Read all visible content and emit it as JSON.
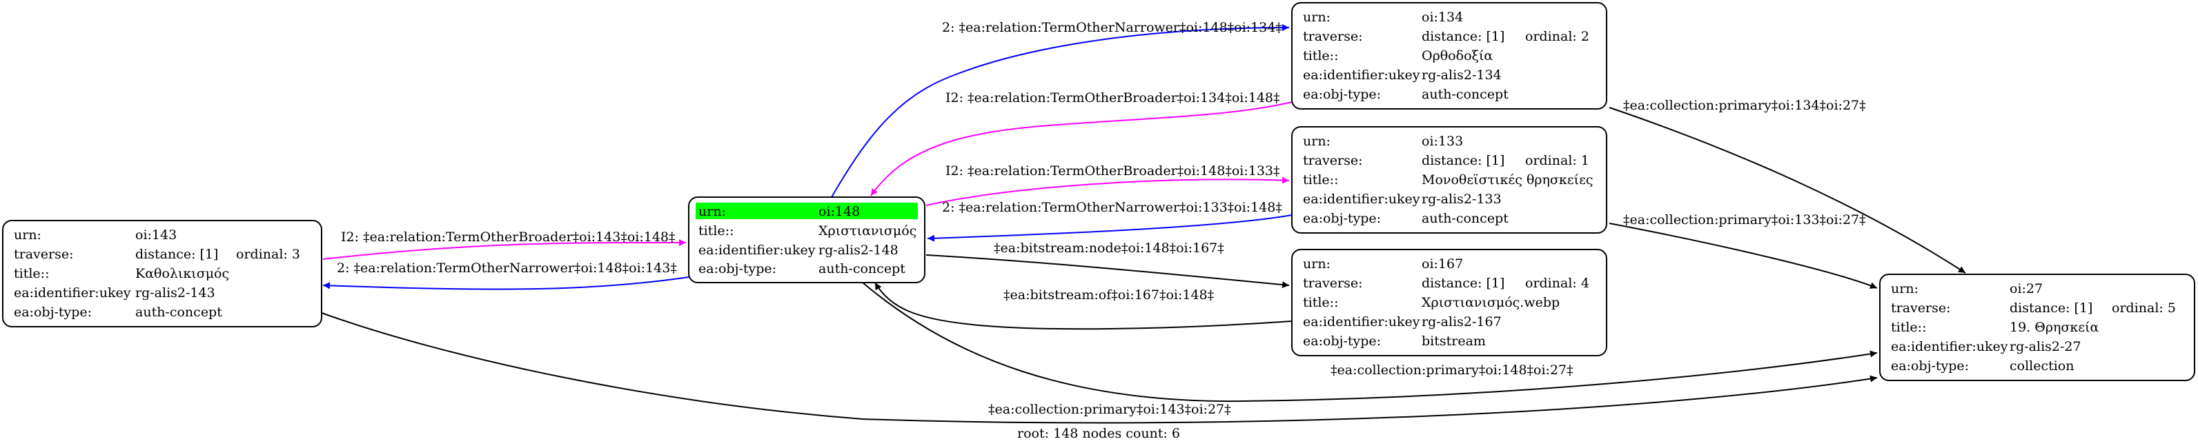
{
  "colors": {
    "background": "#ffffff",
    "node_border": "#000000",
    "root_highlight": "#00ff00",
    "edge_narrower": "#0000ff",
    "edge_broader": "#ff00ff",
    "edge_default": "#000000"
  },
  "footer": "root: 148 nodes count: 6",
  "nodes": {
    "n143": {
      "urn_label": "urn:",
      "urn_value": "oi:143",
      "traverse_label": "traverse:",
      "traverse_value": "distance: [1]",
      "ordinal": "ordinal: 3",
      "title_label": "title::",
      "title_value": "Καθολικισμός",
      "ident_label": "ea:identifier:ukey",
      "ident_value": "rg-alis2-143",
      "type_label": "ea:obj-type:",
      "type_value": "auth-concept"
    },
    "n148": {
      "urn_label": "urn:",
      "urn_value": "oi:148",
      "title_label": "title::",
      "title_value": "Χριστιανισμός",
      "ident_label": "ea:identifier:ukey",
      "ident_value": "rg-alis2-148",
      "type_label": "ea:obj-type:",
      "type_value": "auth-concept"
    },
    "n134": {
      "urn_label": "urn:",
      "urn_value": "oi:134",
      "traverse_label": "traverse:",
      "traverse_value": "distance: [1]",
      "ordinal": "ordinal: 2",
      "title_label": "title::",
      "title_value": "Ορθοδοξία",
      "ident_label": "ea:identifier:ukey",
      "ident_value": "rg-alis2-134",
      "type_label": "ea:obj-type:",
      "type_value": "auth-concept"
    },
    "n133": {
      "urn_label": "urn:",
      "urn_value": "oi:133",
      "traverse_label": "traverse:",
      "traverse_value": "distance: [1]",
      "ordinal": "ordinal: 1",
      "title_label": "title::",
      "title_value": "Μονοθεϊστικές θρησκείες",
      "ident_label": "ea:identifier:ukey",
      "ident_value": "rg-alis2-133",
      "type_label": "ea:obj-type:",
      "type_value": "auth-concept"
    },
    "n167": {
      "urn_label": "urn:",
      "urn_value": "oi:167",
      "traverse_label": "traverse:",
      "traverse_value": "distance: [1]",
      "ordinal": "ordinal: 4",
      "title_label": "title::",
      "title_value": "Χριστιανισμός.webp",
      "ident_label": "ea:identifier:ukey",
      "ident_value": "rg-alis2-167",
      "type_label": "ea:obj-type:",
      "type_value": "bitstream"
    },
    "n27": {
      "urn_label": "urn:",
      "urn_value": "oi:27",
      "traverse_label": "traverse:",
      "traverse_value": "distance: [1]",
      "ordinal": "ordinal: 5",
      "title_label": "title::",
      "title_value": "19. Θρησκεία",
      "ident_label": "ea:identifier:ukey",
      "ident_value": "rg-alis2-27",
      "type_label": "ea:obj-type:",
      "type_value": "collection"
    }
  },
  "edges": {
    "e148_134": "2: ‡ea:relation:TermOtherNarrower‡oi:148‡oi:134‡",
    "e134_148": "I2: ‡ea:relation:TermOtherBroader‡oi:134‡oi:148‡",
    "e148_133": "I2: ‡ea:relation:TermOtherBroader‡oi:148‡oi:133‡",
    "e133_148": "2: ‡ea:relation:TermOtherNarrower‡oi:133‡oi:148‡",
    "e143_148": "I2: ‡ea:relation:TermOtherBroader‡oi:143‡oi:148‡",
    "e148_143": "2: ‡ea:relation:TermOtherNarrower‡oi:148‡oi:143‡",
    "e148_167": "‡ea:bitstream:node‡oi:148‡oi:167‡",
    "e167_148": "‡ea:bitstream:of‡oi:167‡oi:148‡",
    "e134_27": "‡ea:collection:primary‡oi:134‡oi:27‡",
    "e133_27": "‡ea:collection:primary‡oi:133‡oi:27‡",
    "e148_27": "‡ea:collection:primary‡oi:148‡oi:27‡",
    "e143_27": "‡ea:collection:primary‡oi:143‡oi:27‡"
  }
}
